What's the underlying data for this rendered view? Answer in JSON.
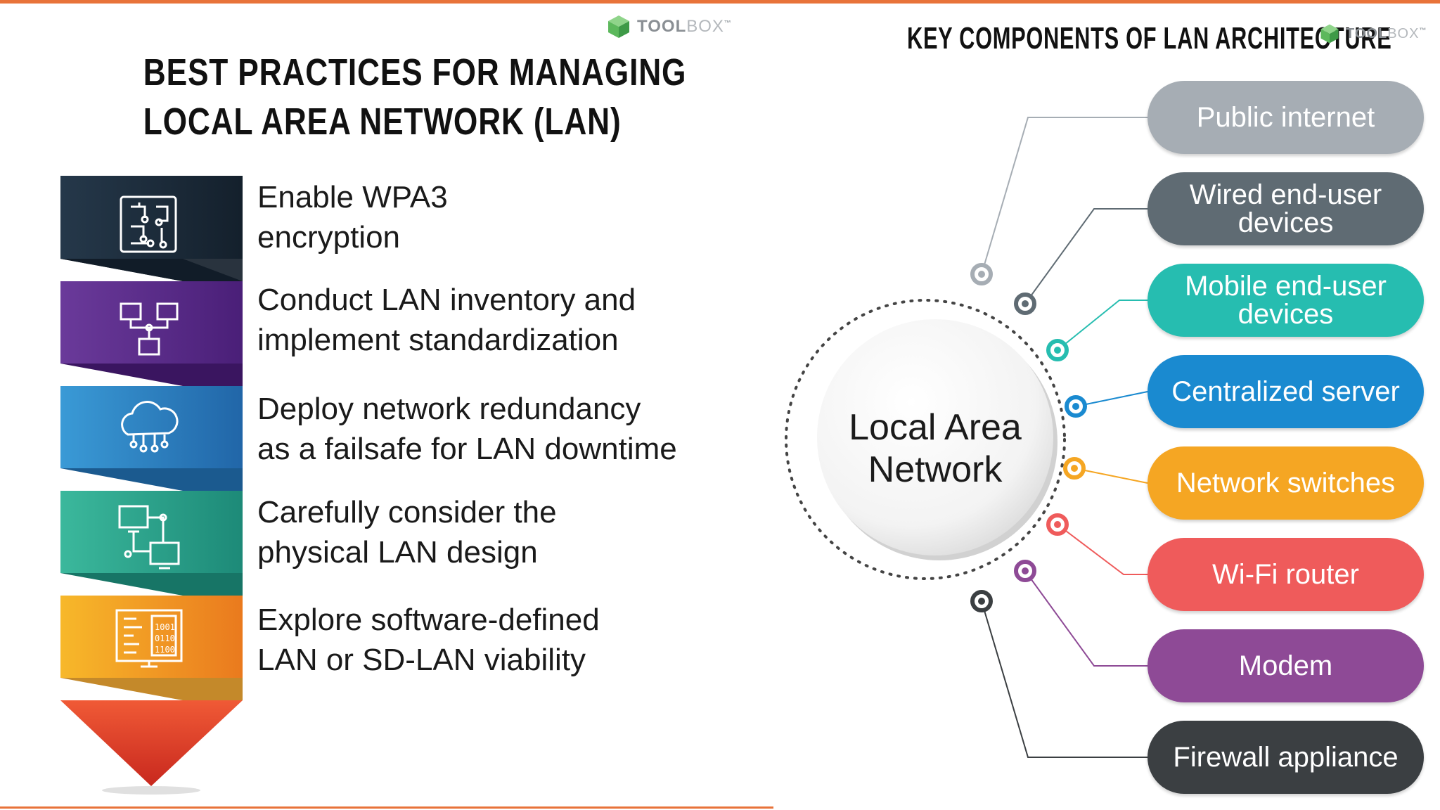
{
  "logo": {
    "brand_part1": "TOOL",
    "brand_part2": "BOX",
    "trademark": "™"
  },
  "colors": {
    "accent_bar": "#e8733a",
    "logo_green": "#5cb85c"
  },
  "left_panel": {
    "title_line1": "BEST PRACTICES FOR MANAGING",
    "title_line2": "LOCAL AREA NETWORK (LAN)",
    "steps": [
      {
        "icon": "circuit-board-icon",
        "color": "#1c2b3a",
        "line1": "Enable WPA3",
        "line2": "encryption"
      },
      {
        "icon": "network-hierarchy-icon",
        "color": "#5b2d8a",
        "line1": "Conduct LAN inventory and",
        "line2": "implement standardization"
      },
      {
        "icon": "cloud-network-icon",
        "color": "#2e7fbf",
        "line1": "Deploy network redundancy",
        "line2": "as a failsafe for LAN downtime"
      },
      {
        "icon": "connected-computers-icon",
        "color": "#2aa38c",
        "line1": "Carefully consider the",
        "line2": "physical LAN design"
      },
      {
        "icon": "software-code-monitor-icon",
        "color": "#f0a020",
        "line1": "Explore software-defined",
        "line2": "LAN or SD-LAN viability"
      }
    ]
  },
  "right_panel": {
    "title": "KEY COMPONENTS OF LAN ARCHITECTURE",
    "center_line1": "Local Area",
    "center_line2": "Network",
    "components": [
      {
        "line1": "Public internet",
        "line2": "",
        "color": "#a6adb4"
      },
      {
        "line1": "Wired end-user",
        "line2": "devices",
        "color": "#5f6b73"
      },
      {
        "line1": "Mobile end-user",
        "line2": "devices",
        "color": "#26bdb0"
      },
      {
        "line1": "Centralized server",
        "line2": "",
        "color": "#1a8ad0"
      },
      {
        "line1": "Network switches",
        "line2": "",
        "color": "#f5a623"
      },
      {
        "line1": "Wi-Fi router",
        "line2": "",
        "color": "#ef5b5b"
      },
      {
        "line1": "Modem",
        "line2": "",
        "color": "#8e4a96"
      },
      {
        "line1": "Firewall appliance",
        "line2": "",
        "color": "#3b3f42"
      }
    ]
  }
}
